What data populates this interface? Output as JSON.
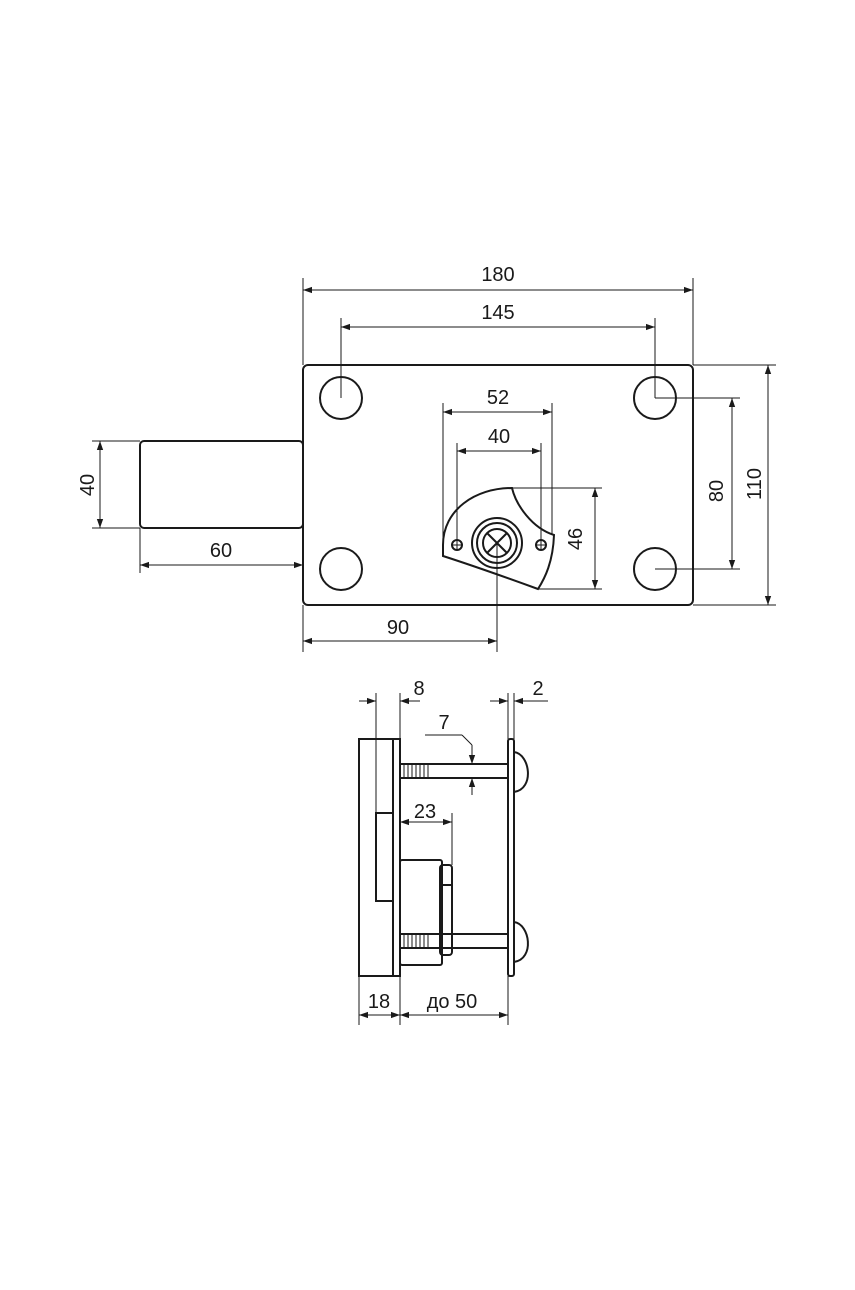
{
  "diagram": {
    "front_view": {
      "dimensions": {
        "overall_width": "180",
        "mount_hole_spacing_h": "145",
        "cylinder_flange_width": "52",
        "cylinder_screw_spacing": "40",
        "cylinder_flange_height": "46",
        "mount_hole_spacing_v": "80",
        "overall_height": "110",
        "bolt_height": "40",
        "bolt_length": "60",
        "backset": "90"
      }
    },
    "side_view": {
      "dimensions": {
        "plate_thickness": "8",
        "knob_plate_thickness": "2",
        "screw_diameter": "7",
        "cylinder_offset": "23",
        "body_depth": "18",
        "door_thickness": "до 50"
      }
    }
  }
}
